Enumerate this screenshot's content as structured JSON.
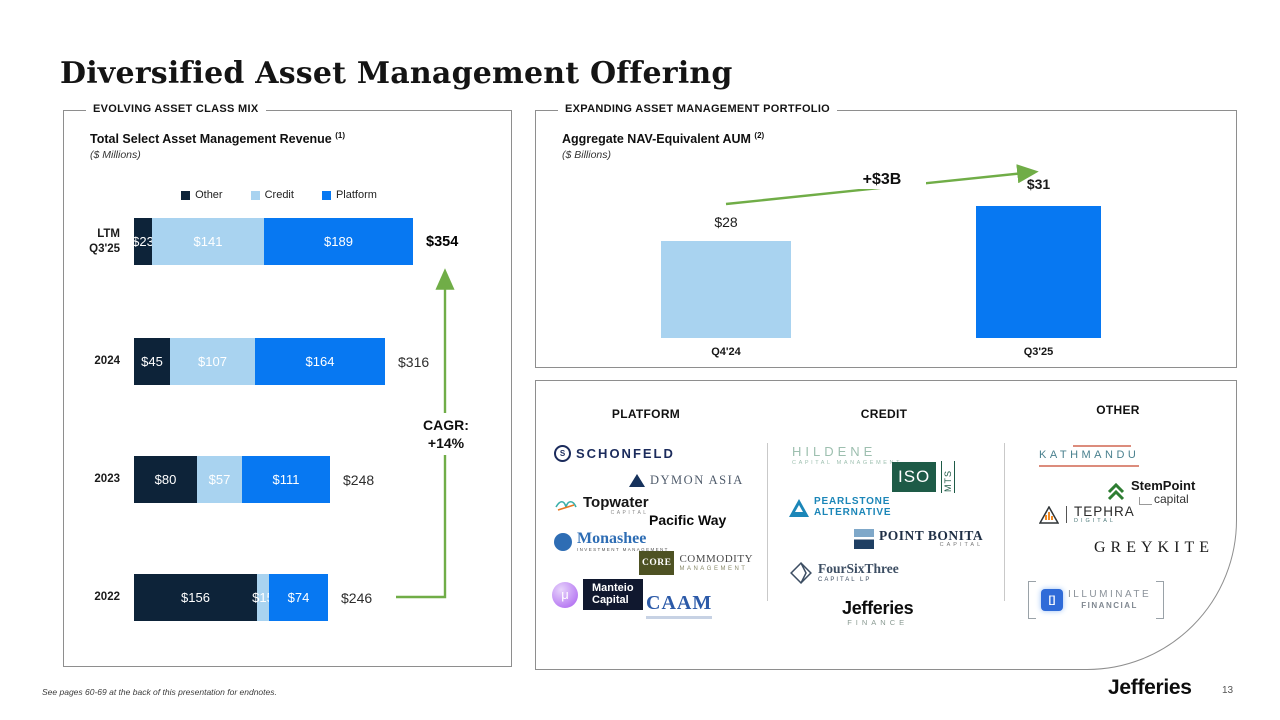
{
  "slide": {
    "title": "Diversified Asset Management Offering",
    "footnote": "See pages 60-69 at the back of this presentation for endnotes.",
    "brand": "Jefferies",
    "page_number": "13"
  },
  "left_panel": {
    "section_title": "EVOLVING ASSET CLASS MIX",
    "title": "Total Select Asset Management Revenue",
    "title_superscript": "(1)",
    "subtitle": "($ Millions)",
    "cagr_line1": "CAGR:",
    "cagr_line2": "+14%"
  },
  "right_top_panel": {
    "section_title": "EXPANDING ASSET MANAGEMENT PORTFOLIO",
    "title": "Aggregate NAV-Equivalent AUM",
    "title_superscript": "(2)",
    "subtitle": "($ Billions)"
  },
  "chart_data": [
    {
      "type": "bar",
      "orientation": "horizontal",
      "stacked": true,
      "title": "Total Select Asset Management Revenue (1)",
      "units": "$ Millions",
      "categories": [
        "LTM Q3'25",
        "2024",
        "2023",
        "2022"
      ],
      "categories_display": [
        [
          "LTM",
          "Q3'25"
        ],
        [
          "2024"
        ],
        [
          "2023"
        ],
        [
          "2022"
        ]
      ],
      "series": [
        {
          "name": "Other",
          "color": "#0D2339",
          "values": [
            23,
            45,
            80,
            156
          ]
        },
        {
          "name": "Credit",
          "color": "#A9D3F0",
          "values": [
            141,
            107,
            57,
            15
          ]
        },
        {
          "name": "Platform",
          "color": "#0778F2",
          "values": [
            189,
            164,
            111,
            74
          ]
        }
      ],
      "totals": [
        354,
        316,
        248,
        246
      ],
      "totals_display": [
        "$354",
        "$316",
        "$248",
        "$246"
      ],
      "xlim": [
        0,
        354
      ],
      "annotation": "CAGR: +14%",
      "legend_position": "top",
      "grid": false
    },
    {
      "type": "bar",
      "orientation": "vertical",
      "title": "Aggregate NAV-Equivalent AUM (2)",
      "units": "$ Billions",
      "categories": [
        "Q4'24",
        "Q3'25"
      ],
      "values": [
        28,
        31
      ],
      "value_labels": [
        "$28",
        "$31"
      ],
      "colors": [
        "#A9D3F0",
        "#0778F2"
      ],
      "annotation": "+$3B",
      "grid": false,
      "baseline_not_zero": true
    }
  ],
  "accent_green": "#70AD47",
  "portfolio": {
    "columns": [
      {
        "header": "PLATFORM",
        "logos": [
          {
            "icon_text": "S",
            "line1": "SCHONFELD"
          },
          {
            "line1": "DYMON ASIA"
          },
          {
            "line1": "Topwater",
            "line2": "CAPITAL"
          },
          {
            "line1": "Pacific Way"
          },
          {
            "line1": "Monashee",
            "line2": "INVESTMENT MANAGEMENT"
          },
          {
            "line1": "CORE",
            "line2": "COMMODITY",
            "line3": "MANAGEMENT"
          },
          {
            "icon_text": "μ",
            "line1": "Manteio",
            "line2": "Capital"
          },
          {
            "line1": "CAAM"
          }
        ]
      },
      {
        "header": "CREDIT",
        "logos": [
          {
            "line1": "HILDENE",
            "line2": "CAPITAL MANAGEMENT"
          },
          {
            "line1": "ISO",
            "line2": "MTS"
          },
          {
            "line1": "PEARLSTONE",
            "line2": "ALTERNATIVE"
          },
          {
            "line1": "POINT BONITA",
            "line2": "CAPITAL"
          },
          {
            "line1": "FourSixThree",
            "line2": "CAPITAL LP"
          },
          {
            "line1": "Jefferies",
            "line2": "FINANCE"
          }
        ]
      },
      {
        "header": "OTHER",
        "logos": [
          {
            "line1": "KATHMANDU"
          },
          {
            "line1": "StemPoint",
            "line2": "capital"
          },
          {
            "line1": "TEPHRA",
            "line2": "DIGITAL"
          },
          {
            "line1": "GREYKITE"
          },
          {
            "icon_text": "[]",
            "line1": "ILLUMINATE",
            "line2": "FINANCIAL"
          }
        ]
      }
    ]
  }
}
